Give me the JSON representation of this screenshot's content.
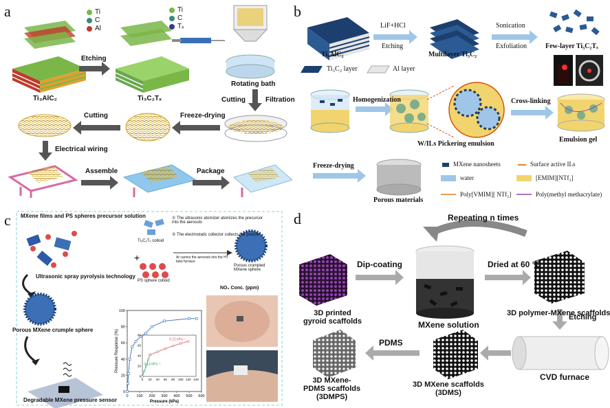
{
  "panel_a": {
    "label": "a",
    "legend1": [
      "Ti",
      "C",
      "Al"
    ],
    "legend2": [
      "Ti",
      "C",
      "Tₓ"
    ],
    "captions": {
      "etching": "Etching",
      "ti3alc2": "Ti₃AlC₂",
      "ti3c2tx": "Ti₃C₂Tₓ",
      "rotating_bath": "Rotating bath",
      "cutting1": "Cutting",
      "filtration": "Filtration",
      "freeze_drying": "Freeze-drying",
      "cutting2": "Cutting",
      "electrical_wiring": "Electrical wiring",
      "assemble": "Assemble",
      "package": "Package"
    },
    "colors": {
      "ti": "#7ab648",
      "c": "#3a8a7a",
      "al": "#c0392b",
      "tx": "#3a3a8a",
      "fiber": "#c9a227"
    }
  },
  "panel_b": {
    "label": "b",
    "captions": {
      "lif_hcl": "LiF+HCl",
      "etching": "Etching",
      "sonication": "Sonication",
      "exfoliation": "Exfoliation",
      "ti3alc2": "Ti₃AlC₂",
      "multilayer": "Multilayer Ti₃C₂",
      "few_layer": "Few-layer Ti₃C₂Tₓ",
      "ti3c2_layer": "Ti₃C₂ layer",
      "al_layer": "Al layer",
      "homogenization": "Homogenization",
      "pickering": "W/ILs Pickering emulsion",
      "cross_linking": "Cross-linking",
      "emulsion_gel": "Emulsion gel",
      "freeze_drying": "Freeze-drying",
      "porous": "Porous materials"
    },
    "legend": [
      "MXene nanosheets",
      "Surface active ILs",
      "water",
      "[EMIM][NTf₂]",
      "Poly[VMIM][ NTf₂]",
      "Poly(methyl methacrylate)"
    ],
    "colors": {
      "mxene": "#1d3f6e",
      "water": "#9fc6e8",
      "il": "#f2d46e"
    }
  },
  "panel_c": {
    "label": "c",
    "captions": {
      "precursor": "MXene films and PS spheres precursor solution",
      "step1": "① The ultrasonic atomizer atomizes the precursor into the aerosols",
      "step2": "② The electrostatic collector collects the powder",
      "colloid": "Ti₃C₂Tₓ colloid",
      "ps_colloid": "PS sphere colloid",
      "ar_carries": "Ar carries the aerosols into the HT tube furnace",
      "porous_crumpled": "Porous crumpled MXene sphere",
      "no2": "NO₂ Conc. (ppm)",
      "ultrasonic": "Ultrasonic spray pyrolysis technology",
      "porous_sphere": "Porous MXene crumple sphere",
      "sensor": "Degradable MXene pressure sensor",
      "slope1": "0.22 kPa⁻¹",
      "slope2": "3.14 kPa⁻¹"
    }
  },
  "panel_d": {
    "label": "d",
    "captions": {
      "repeat": "Repeating n times",
      "dip": "Dip-coating",
      "dried": "Dried at 60 °C",
      "gyroid": "3D printed\ngyroid scaffolds",
      "mxene_solution": "MXene solution",
      "polymer_mxene": "3D polymer-MXene scaffolds",
      "etching": "Etching",
      "cvd": "CVD furnace",
      "scaffolds": "3D MXene scaffolds\n(3DMS)",
      "pdms": "PDMS",
      "pdms_scaffolds": "3D MXene-\nPDMS scaffolds\n(3DMPS)"
    }
  },
  "chart_data": {
    "type": "line",
    "title": "",
    "xlabel": "Pressure (kPa)",
    "ylabel": "Pressure Response (%)",
    "xlim": [
      0,
      600
    ],
    "ylim": [
      0,
      100
    ],
    "xticks": [
      0,
      100,
      200,
      300,
      400,
      500,
      600
    ],
    "yticks": [
      0,
      20,
      40,
      60,
      80,
      100
    ],
    "series": [
      {
        "name": "",
        "x": [
          0,
          5,
          10,
          20,
          40,
          70,
          110,
          150,
          200,
          300,
          500,
          560
        ],
        "y": [
          0,
          10,
          22,
          40,
          55,
          62,
          68,
          72,
          80,
          87,
          90,
          90
        ]
      }
    ],
    "inset": {
      "xlim": [
        0,
        140
      ],
      "ylim": [
        0,
        80
      ],
      "xticks": [
        0,
        20,
        40,
        60,
        80,
        100,
        120,
        140
      ],
      "yticks": [
        0,
        20,
        40,
        60,
        80
      ],
      "series": [
        {
          "name": "",
          "x": [
            0,
            5,
            10,
            15,
            20
          ],
          "y": [
            0,
            10,
            20,
            32,
            42
          ]
        },
        {
          "name": "",
          "x": [
            20,
            40,
            60,
            80,
            100,
            120
          ],
          "y": [
            42,
            48,
            54,
            59,
            64,
            68
          ]
        }
      ]
    }
  }
}
